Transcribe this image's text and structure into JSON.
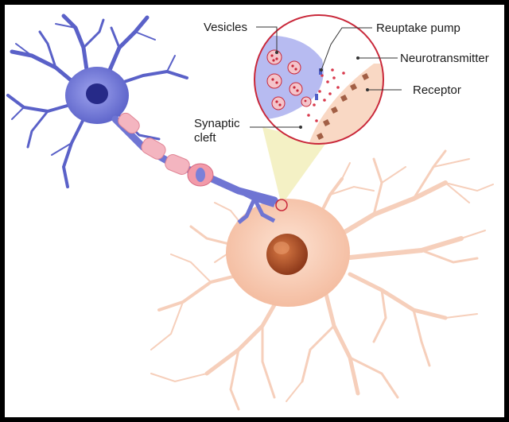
{
  "labels": {
    "vesicles": "Vesicles",
    "reuptake_pump": "Reuptake pump",
    "neurotransmitter": "Neurotransmitter",
    "receptor": "Receptor",
    "synaptic_cleft_line1": "Synaptic",
    "synaptic_cleft_line2": "cleft"
  },
  "colors": {
    "presynaptic_neuron": "#6f75d3",
    "postsynaptic_neuron": "#f7c9b0",
    "nucleus_post": "#b4532a",
    "myelin": "#f4a6b4",
    "highlight_cone": "#f3f0bf",
    "zoom_circle": "#c9283a"
  }
}
